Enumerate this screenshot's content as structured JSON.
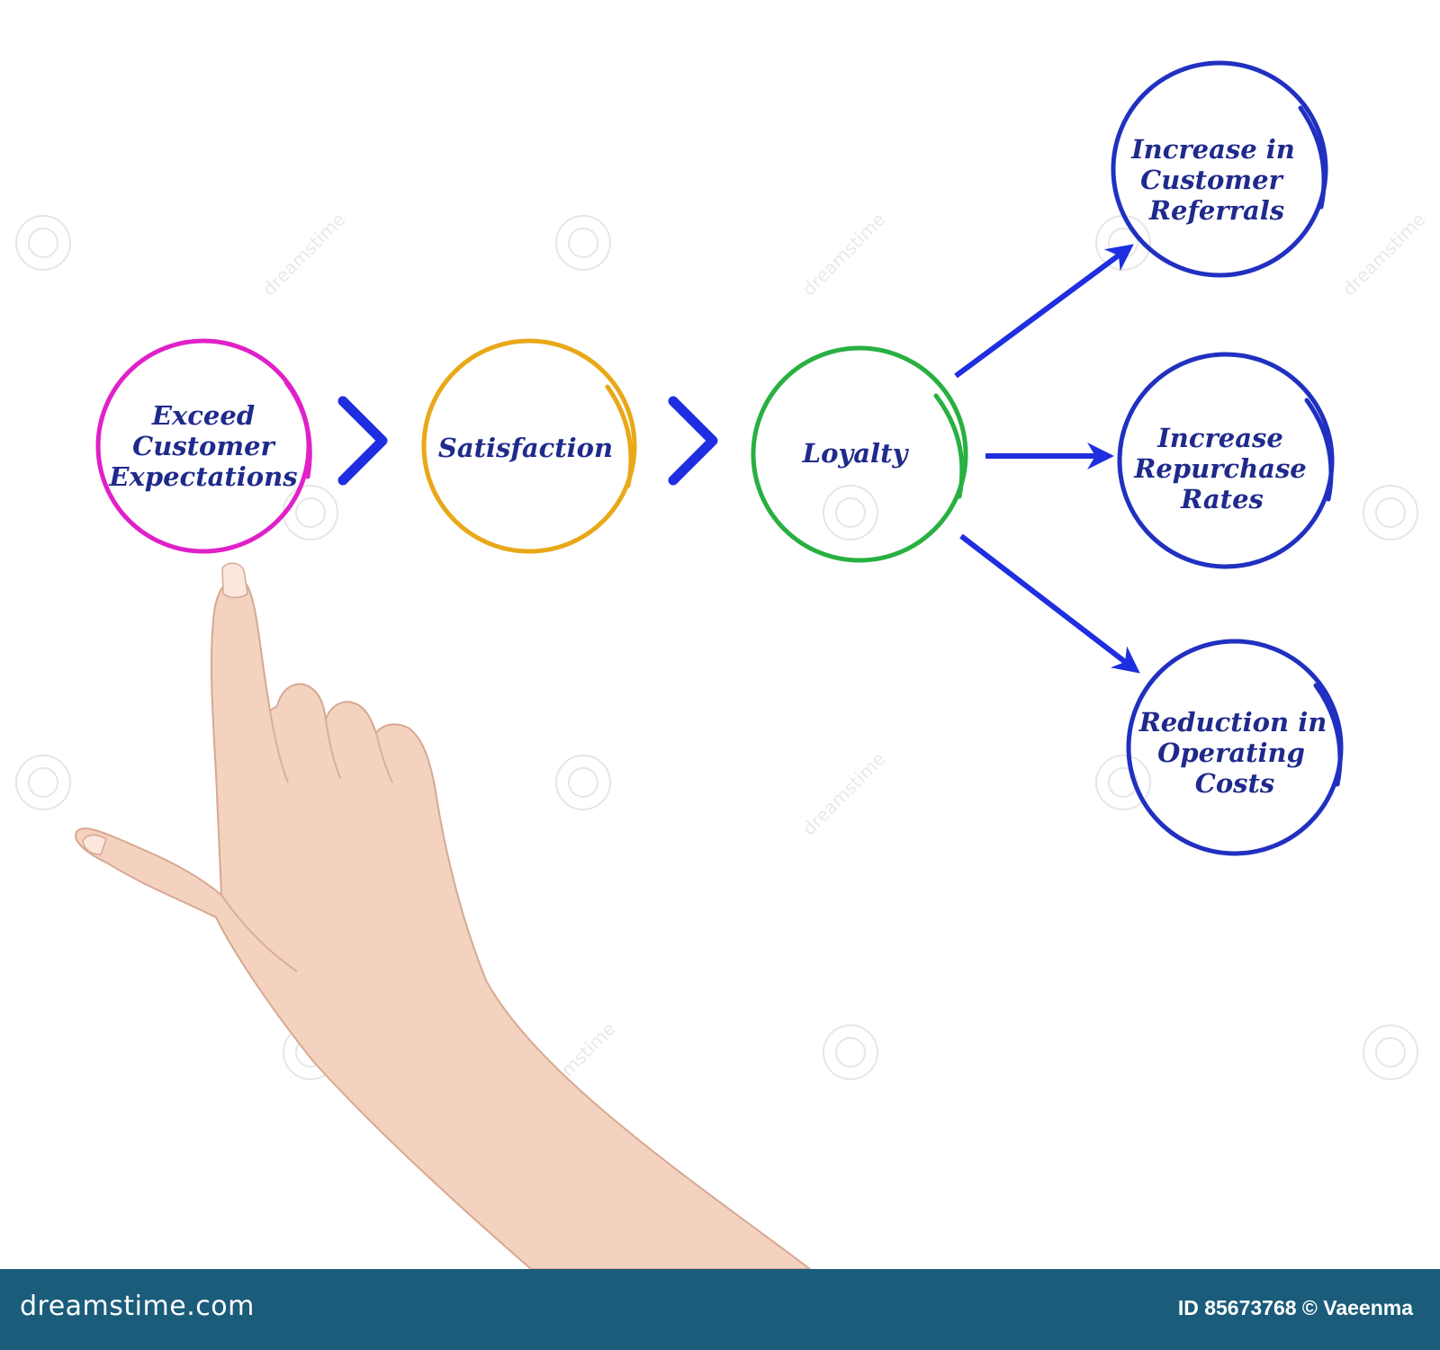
{
  "colors": {
    "exceed": "#e020c8",
    "satisfaction": "#e8a818",
    "loyalty": "#28b040",
    "outcomes": "#2030c0",
    "arrow": "#1e2ee0",
    "label": "#1f2a8c",
    "footer": "#1a5c7a"
  },
  "diagram": {
    "exceed": {
      "line1": "Exceed",
      "line2": "Customer",
      "line3": "Expectations"
    },
    "satisfaction": {
      "line1": "Satisfaction"
    },
    "loyalty": {
      "line1": "Loyalty"
    },
    "referrals": {
      "line1": "Increase in",
      "line2": "Customer",
      "line3": "Referrals"
    },
    "repurchase": {
      "line1": "Increase",
      "line2": "Repurchase",
      "line3": "Rates"
    },
    "costs": {
      "line1": "Reduction in",
      "line2": "Operating",
      "line3": "Costs"
    }
  },
  "watermark": {
    "text": "dreamstime"
  },
  "footer": {
    "logo": "dreamstime.com",
    "credit": "ID 85673768 © Vaeenma"
  }
}
